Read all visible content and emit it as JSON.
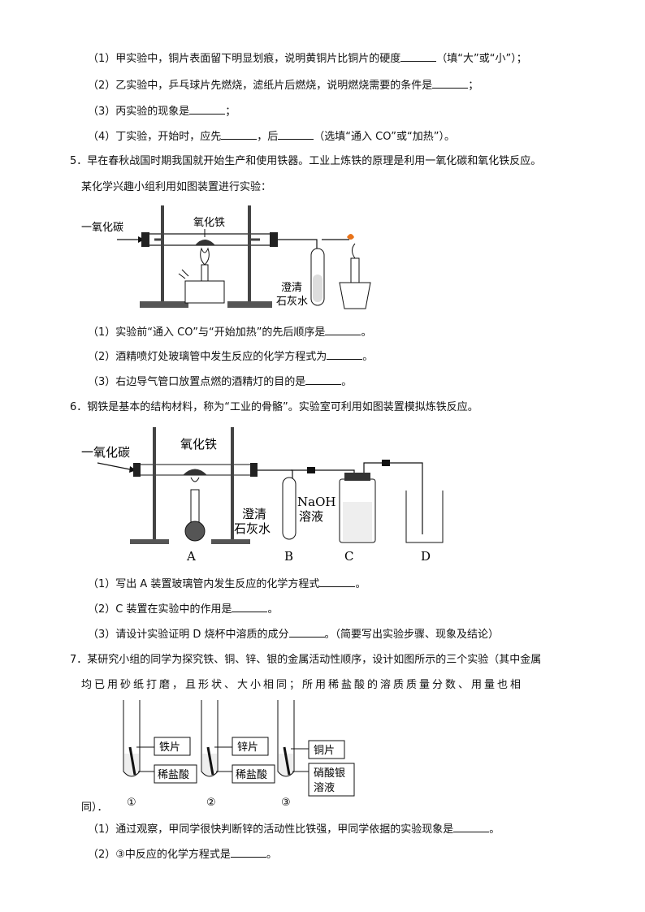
{
  "q4": {
    "s1": "（1）甲实验中，铜片表面留下明显划痕，说明黄铜片比铜片的硬度",
    "s1b": "（填“大”或“小”）；",
    "s2": "（2）乙实验中，乒乓球片先燃烧，滤纸片后燃烧，说明燃烧需要的条件是",
    "s2b": "；",
    "s3": "（3）丙实验的现象是",
    "s3b": "；",
    "s4": "（4）丁实验，开始时，应先",
    "s4m": "，后",
    "s4b": "（选填“通入 CO”或“加热”）。"
  },
  "q5": {
    "stem1": "5．早在春秋战国时期我国就开始生产和使用铁器。工业上炼铁的原理是利用一氧化碳和氧化铁反应。",
    "stem2": "某化学兴趣小组利用如图装置进行实验：",
    "fig": {
      "co": "一氧化碳",
      "fe2o3": "氧化铁",
      "lime1": "澄清",
      "lime2": "石灰水"
    },
    "s1": "（1）实验前“通入 CO”与“开始加热”的先后顺序是",
    "s1b": "。",
    "s2": "（2）酒精喷灯处玻璃管中发生反应的化学方程式为",
    "s2b": "。",
    "s3": "（3）右边导气管口放置点燃的酒精灯的目的是",
    "s3b": "。"
  },
  "q6": {
    "stem": "6．钢铁是基本的结构材料，称为“工业的骨骼”。实验室可利用如图装置模拟炼铁反应。",
    "fig": {
      "co": "一氧化碳",
      "fe2o3": "氧化铁",
      "lime1": "澄清",
      "lime2": "石灰水",
      "naoh1": "NaOH",
      "naoh2": "溶液",
      "A": "A",
      "B": "B",
      "C": "C",
      "D": "D"
    },
    "s1": "（1）写出 A 装置玻璃管内发生反应的化学方程式",
    "s1b": "。",
    "s2": "（2）C 装置在实验中的作用是",
    "s2b": "。",
    "s3": "（3）请设计实验证明 D 烧杯中溶质的成分",
    "s3b": "。（简要写出实验步骤、现象及结论）"
  },
  "q7": {
    "stem1": "7．某研究小组的同学为探究铁、铜、锌、银的金属活动性顺序，设计如图所示的三个实验（其中金属",
    "stem2": "均已用砂纸打磨，且形状、大小相同；所用稀盐酸的溶质质量分数、用量也相",
    "stem3": "同）．",
    "fig": {
      "t1_metal": "铁片",
      "t1_acid": "稀盐酸",
      "t1_num": "①",
      "t2_metal": "锌片",
      "t2_acid": "稀盐酸",
      "t2_num": "②",
      "t3_metal": "铜片",
      "t3_sol1": "硝酸银",
      "t3_sol2": "溶液",
      "t3_num": "③"
    },
    "s1": "（1）通过观察，甲同学很快判断锌的活动性比铁强，甲同学依据的实验现象是",
    "s1b": "。",
    "s2": "（2）③中反应的化学方程式是",
    "s2b": "。"
  }
}
